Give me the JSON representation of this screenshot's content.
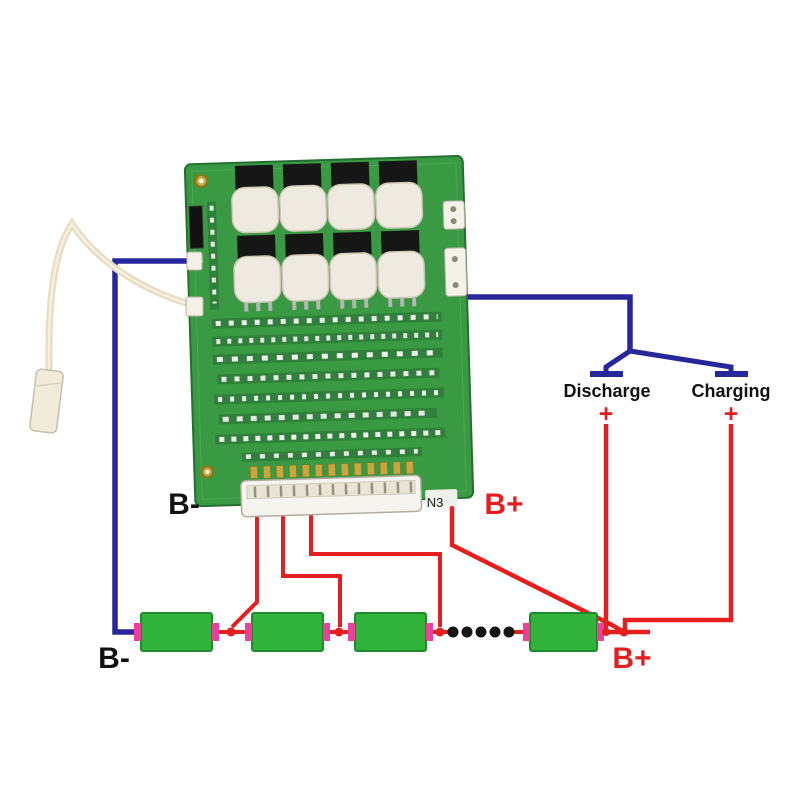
{
  "diagram": {
    "kind": "bms-wiring-diagram",
    "description": "Lithium battery BMS protection board wired to a series cell pack with discharge and charging negative leads"
  },
  "board": {
    "silkscreen": {
      "b_minus": "B-",
      "b_plus": "B+",
      "connector_id": "N3"
    }
  },
  "terminals": {
    "discharge": {
      "label": "Discharge",
      "plus": "+"
    },
    "charging": {
      "label": "Charging",
      "plus": "+"
    }
  },
  "pack": {
    "b_minus": "B-",
    "b_plus": "B+"
  },
  "colors": {
    "negative_wire": "#26279b",
    "positive_wire": "#e51f1f",
    "pcb": "#3a9a44",
    "cell": "#31b33c",
    "cell_terminal": "#ee3f9f",
    "mosfet": "#eeeadf",
    "thermistor_wire": "#e7ddc3",
    "connector": "#f6f4ee",
    "label": "#111111"
  }
}
